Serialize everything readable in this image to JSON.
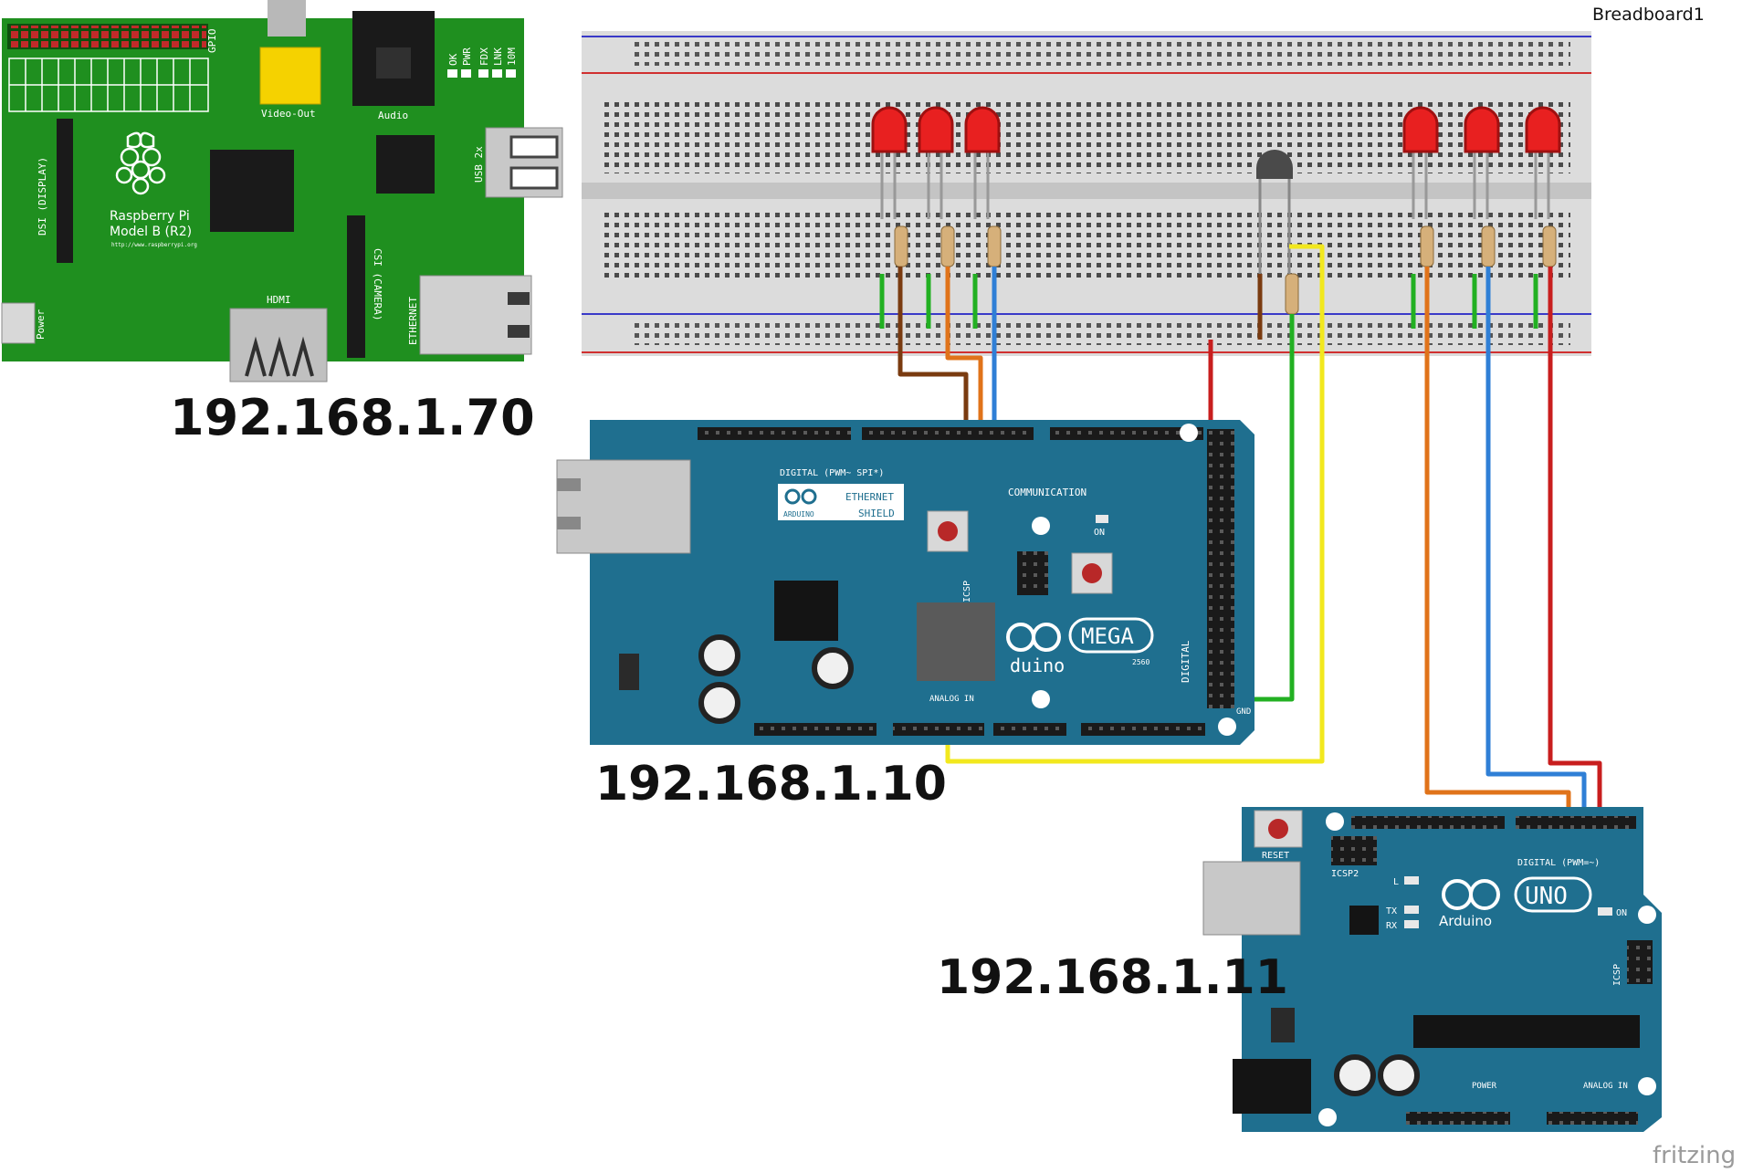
{
  "breadboard": {
    "title": "Breadboard1"
  },
  "raspberry_pi": {
    "name_line1": "Raspberry Pi",
    "name_line2": "Model B (R2)",
    "url": "http://www.raspberrypi.org",
    "gpio_label": "GPIO",
    "video_label": "Video-Out",
    "audio_label": "Audio",
    "usb_label": "USB 2x",
    "dsi_label": "DSI (DISPLAY)",
    "csi_label": "CSI (CAMERA)",
    "hdmi_label": "HDMI",
    "ethernet_label": "ETHERNET",
    "power_label": "Power",
    "leds": [
      "OK",
      "PWR",
      "FDX",
      "LNK",
      "10M"
    ],
    "ip": "192.168.1.70"
  },
  "arduino_mega": {
    "brand": "duino",
    "model": "MEGA",
    "sub": "2560",
    "shield_line1": "ETHERNET",
    "shield_line2": "SHIELD",
    "shield_brand": "ARDUINO",
    "digital_label": "DIGITAL (PWM~ SPI*)",
    "comm_label": "COMMUNICATION",
    "analog_label": "ANALOG IN",
    "digital_side": "DIGITAL",
    "icsp_label": "ICSP",
    "on_label": "ON",
    "gnd_label": "GND",
    "ip": "192.168.1.10"
  },
  "arduino_uno": {
    "brand": "Arduino",
    "model": "UNO",
    "reset_label": "RESET",
    "icsp2_label": "ICSP2",
    "digital_label": "DIGITAL (PWM=~)",
    "power_label": "POWER",
    "analog_label": "ANALOG IN",
    "icsp_label": "ICSP",
    "on_label": "ON",
    "tx_label": "TX",
    "rx_label": "RX",
    "l_label": "L",
    "ip": "192.168.1.11"
  },
  "footer": {
    "brand": "fritzing"
  },
  "colors": {
    "rpi_board": "#1f8f1f",
    "arduino_board": "#1f6f8f",
    "wire_brown": "#7a3b10",
    "wire_orange": "#e0731a",
    "wire_blue": "#2f7fd6",
    "wire_red": "#c81e1e",
    "wire_green": "#22b022",
    "wire_yellow": "#f2e81e",
    "led_red": "#e82020"
  }
}
